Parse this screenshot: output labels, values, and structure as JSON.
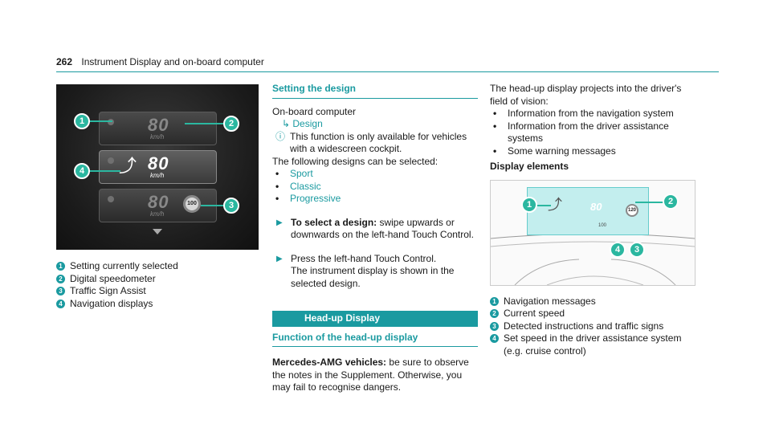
{
  "header": {
    "page": "262",
    "title": "Instrument Display and on-board computer"
  },
  "figure1": {
    "speed": "80",
    "unit": "km/h",
    "sign": "100",
    "callouts": [
      "1",
      "2",
      "3",
      "4"
    ]
  },
  "legend1": [
    {
      "n": "1",
      "text": "Setting currently selected"
    },
    {
      "n": "2",
      "text": "Digital speedometer"
    },
    {
      "n": "3",
      "text": "Traffic Sign Assist"
    },
    {
      "n": "4",
      "text": "Navigation displays"
    }
  ],
  "col2": {
    "title": "Setting the design",
    "path1": "On-board computer",
    "path2": "Design",
    "note": "This function is only available for vehicles with a widescreen cockpit.",
    "intro": "The following designs can be selected:",
    "designs": [
      "Sport",
      "Classic",
      "Progressive"
    ],
    "step1_bold": "To select a design:",
    "step1_rest": " swipe upwards or downwards on the left-hand Touch Control.",
    "step2": "Press the left-hand Touch Control.",
    "step2b": "The instrument display is shown in the selected design.",
    "bar": "Head-up Display",
    "sub": "Function of the head-up display",
    "amg_bold": "Mercedes-AMG vehicles:",
    "amg_rest": " be sure to observe the notes in the Supplement. Otherwise, you may fail to recognise dangers."
  },
  "col3": {
    "intro": "The head-up display projects into the driver's field of vision:",
    "items": [
      "Information from the navigation system",
      "Information from the driver assistance systems",
      "Some warning messages"
    ],
    "subhead": "Display elements",
    "hud_speed": "80",
    "hud_sign": "120",
    "hud_set": "100"
  },
  "legend2": [
    {
      "n": "1",
      "text": "Navigation messages"
    },
    {
      "n": "2",
      "text": "Current speed"
    },
    {
      "n": "3",
      "text": "Detected instructions and traffic signs"
    },
    {
      "n": "4",
      "text": "Set speed in the driver assistance system (e.g. cruise control)"
    }
  ],
  "colors": {
    "accent": "#1a9aa0",
    "callout": "#2bb7a0"
  }
}
